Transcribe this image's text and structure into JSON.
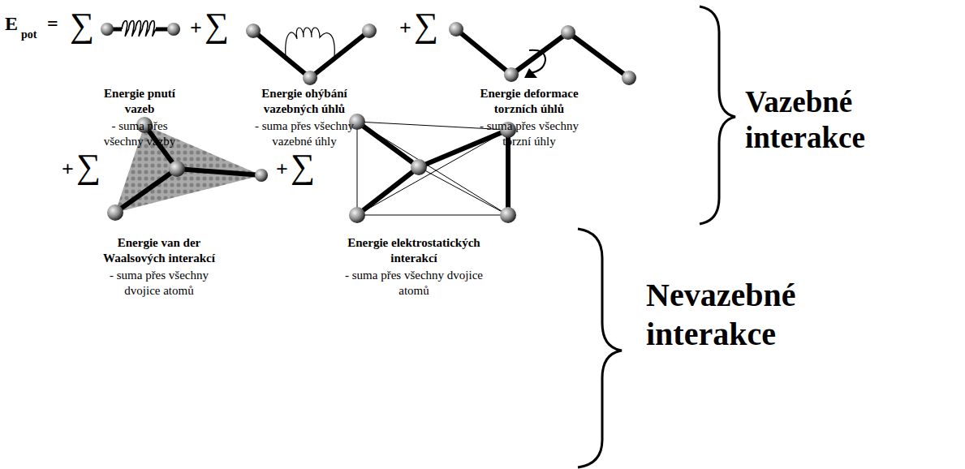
{
  "diagram": {
    "labels": [
      "E",
      "pot",
      "=",
      "∑",
      "Energie pnutí vazeb",
      "- suma přes všechny vazby",
      "+",
      "∑",
      "Energie ohýbání vazebných úhlů",
      "- suma přes všechny vazebné úhly",
      "+",
      "∑",
      "Energie deformace torzních úhlů",
      "- suma přes všechny torzní úhly",
      "Vazebné interakce",
      "+",
      "∑",
      "Energie van der Waalsových interakcí",
      "- suma přes všechny dvojice atomů",
      "+",
      "∑",
      "Energie elektrostatických interakcí",
      "- suma přes všechny dvojice atomů",
      "Nevazebné interakce"
    ]
  }
}
